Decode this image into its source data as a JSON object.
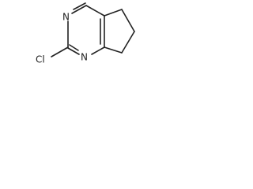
{
  "molecule": {
    "atoms": {
      "n_top": "N",
      "n_bottom": "N",
      "chloro": "Cl"
    }
  }
}
